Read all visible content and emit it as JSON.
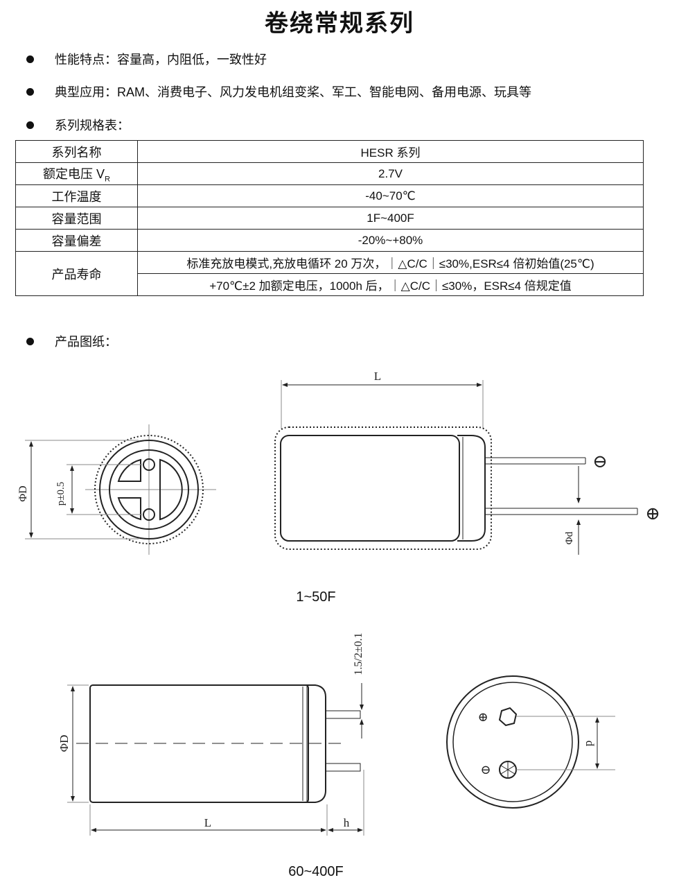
{
  "title": "卷绕常规系列",
  "bullets": [
    "性能特点：容量高，内阻低，一致性好",
    "典型应用：RAM、消费电子、风力发电机组变桨、军工、智能电网、备用电源、玩具等",
    "系列规格表：",
    "产品图纸："
  ],
  "table": {
    "rows": [
      {
        "label": "系列名称",
        "value": "HESR 系列"
      },
      {
        "label": "额定电压 V",
        "label_sub": "R",
        "value": "2.7V"
      },
      {
        "label": "工作温度",
        "value": "-40~70℃"
      },
      {
        "label": "容量范围",
        "value": "1F~400F"
      },
      {
        "label": "容量偏差",
        "value": "-20%~+80%"
      }
    ],
    "life": {
      "label": "产品寿命",
      "values": [
        "标准充放电模式,充放电循环 20 万次，｜△C/C｜≤30%,ESR≤4 倍初始值(25℃)",
        "+70℃±2 加额定电压，1000h 后，｜△C/C｜≤30%，ESR≤4 倍规定值"
      ]
    }
  },
  "drawing1": {
    "diameter_label": "ΦD",
    "pitch_label": "p±0.5",
    "length_label": "L",
    "lead_label": "Φd",
    "minus": "⊖",
    "plus": "⊕",
    "caption": "1~50F"
  },
  "drawing2": {
    "diameter_label": "ΦD",
    "length_label": "L",
    "h_label": "h",
    "lead_label": "1.5/2±0.1",
    "pitch_label": "p",
    "plus": "⊕",
    "minus": "⊖",
    "caption": "60~400F"
  }
}
